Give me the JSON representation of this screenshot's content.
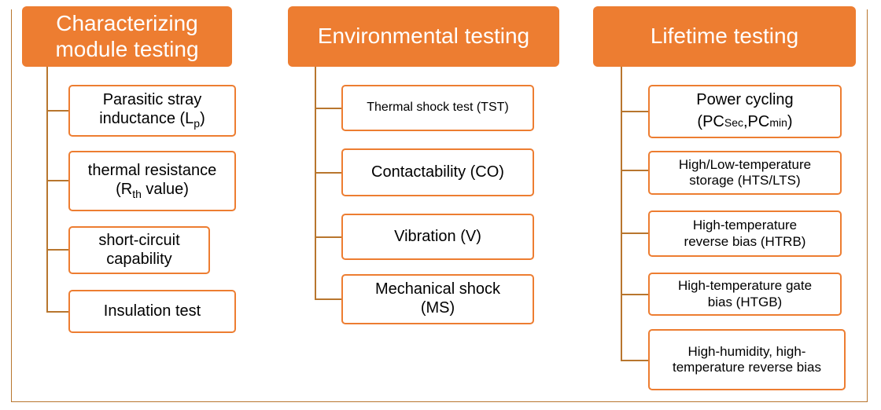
{
  "columns": [
    {
      "header": [
        "Characterizing",
        "module testing"
      ],
      "items": [
        {
          "lines": [
            {
              "text": "Parasitic stray"
            },
            {
              "text": "inductance (L",
              "sub": "p",
              "after": ")"
            }
          ]
        },
        {
          "lines": [
            {
              "text": "thermal resistance"
            },
            {
              "text": "(R",
              "sub": "th",
              "after": " value)"
            }
          ]
        },
        {
          "lines": [
            {
              "text": "short-circuit"
            },
            {
              "text": "capability"
            }
          ]
        },
        {
          "lines": [
            {
              "text": "Insulation test"
            }
          ]
        }
      ]
    },
    {
      "header": [
        "Environmental testing"
      ],
      "items": [
        {
          "lines": [
            {
              "text": "Thermal shock test (TST)"
            }
          ]
        },
        {
          "lines": [
            {
              "text": "Contactability (CO)"
            }
          ]
        },
        {
          "lines": [
            {
              "text": "Vibration (V)"
            }
          ]
        },
        {
          "lines": [
            {
              "text": "Mechanical shock"
            },
            {
              "text": "(MS)"
            }
          ]
        }
      ]
    },
    {
      "header": [
        "Lifetime testing"
      ],
      "items": [
        {
          "lines": [
            {
              "text": "Power cycling"
            },
            {
              "text": "(PC",
              "sub": "Sec",
              "after": ",PC",
              "sub2": "min",
              "after2": ")"
            }
          ]
        },
        {
          "lines": [
            {
              "text": "High/Low-temperature"
            },
            {
              "text": "storage (HTS/LTS)"
            }
          ]
        },
        {
          "lines": [
            {
              "text": "High-temperature"
            },
            {
              "text": "reverse bias (HTRB)"
            }
          ]
        },
        {
          "lines": [
            {
              "text": "High-temperature gate"
            },
            {
              "text": "bias (HTGB)"
            }
          ]
        },
        {
          "lines": [
            {
              "text": "High-humidity, high-"
            },
            {
              "text": "temperature reverse bias"
            }
          ]
        }
      ]
    }
  ],
  "colors": {
    "accent": "#ed7d31",
    "connector": "#b8762e",
    "text": "#000000",
    "header_text": "#ffffff"
  }
}
